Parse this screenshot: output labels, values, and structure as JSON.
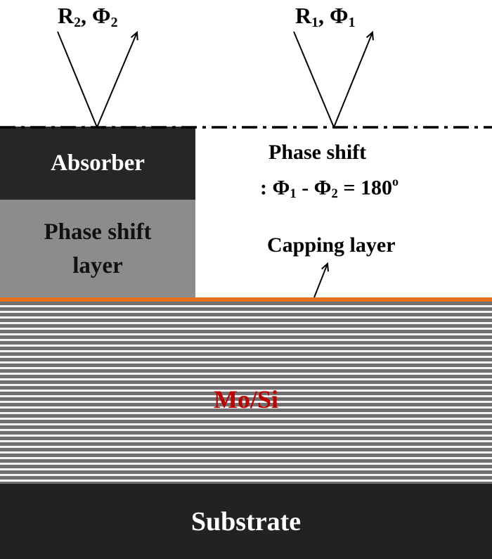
{
  "beams": {
    "left": {
      "R": "R",
      "Phi": "Φ",
      "sub": "2",
      "sep": ", "
    },
    "right": {
      "R": "R",
      "Phi": "Φ",
      "sub": "1",
      "sep": ", "
    }
  },
  "layers": {
    "absorber": "Absorber",
    "phase_shift_line1": "Phase shift",
    "phase_shift_line2": "layer",
    "multilayer": "Mo/Si",
    "substrate": "Substrate"
  },
  "annotations": {
    "phase_shift_title": "Phase shift",
    "equation": {
      "prefix": ": ",
      "phi": "Φ",
      "sub1": "1",
      "minus": " - ",
      "sub2": "2",
      "equals": " = 180",
      "degree": "o"
    },
    "capping_layer": "Capping layer"
  },
  "colors": {
    "absorber": "#262626",
    "phase_shift_layer": "#8c8c8c",
    "capping_layer": "#e8701a",
    "multilayer_dark": "#6f6f6f",
    "multilayer_light": "#f4f4f4",
    "substrate": "#222222",
    "mosi_text": "#c00000"
  }
}
